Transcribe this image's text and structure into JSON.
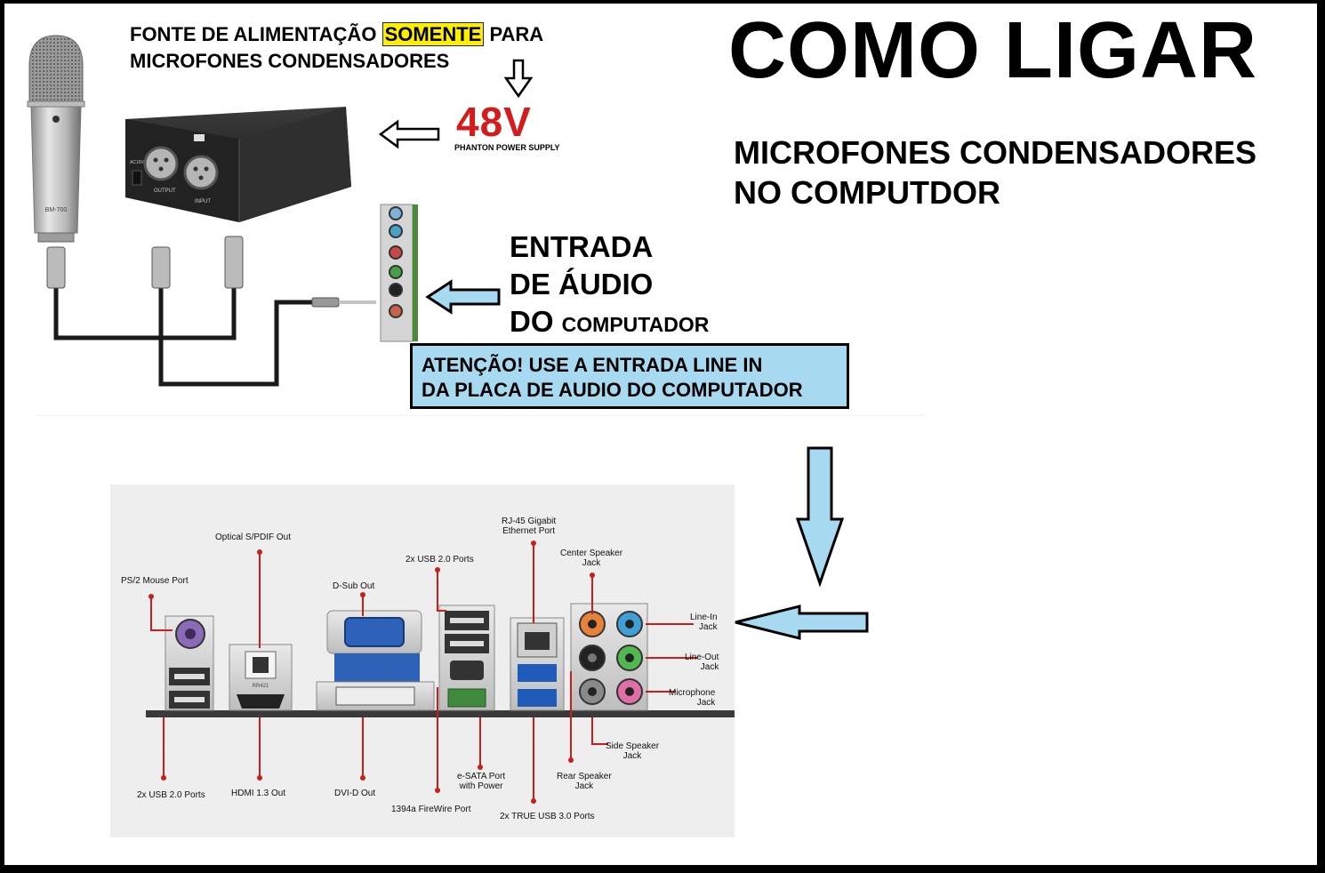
{
  "title": "COMO LIGAR",
  "subtitle": {
    "line1": "MICROFONES CONDENSADORES",
    "line2": "NO COMPUTDOR"
  },
  "psu_caption": {
    "part1": "FONTE DE ALIMENTAÇÃO",
    "highlight": "SOMENTE",
    "part2": "PARA",
    "line2": "MICROFONES CONDENSADORES"
  },
  "psu_badge": {
    "voltage": "48V",
    "caption": "PHANTON POWER SUPPLY"
  },
  "input_label": {
    "line1": "ENTRADA",
    "line2": "DE ÁUDIO",
    "line3_big": "DO",
    "line3_small": "COMPUTADOR"
  },
  "attention": {
    "line1": "ATENÇÃO!  USE A ENTRADA LINE IN",
    "line2": "DA PLACA DE AUDIO DO COMPUTADOR"
  },
  "device_labels": {
    "mic_model": "BM-700",
    "psu_output": "OUTPUT",
    "psu_input": "INPUT",
    "psu_power": "AC16V"
  },
  "panel": {
    "ps2": "PS/2 Mouse Port",
    "optical": "Optical S/PDIF Out",
    "dsub": "D-Sub Out",
    "usb2_top": "2x USB 2.0 Ports",
    "rj45_1": "RJ-45 Gigabit",
    "rj45_2": "Ethernet Port",
    "center_1": "Center Speaker",
    "center_2": "Jack",
    "linein_1": "Line-In",
    "linein_2": "Jack",
    "lineout_1": "Line-Out",
    "lineout_2": "Jack",
    "mic_1": "Microphone",
    "mic_2": "Jack",
    "side_1": "Side Speaker",
    "side_2": "Jack",
    "rear_1": "Rear Speaker",
    "rear_2": "Jack",
    "usb3": "2x TRUE USB 3.0 Ports",
    "esata_1": "e-SATA Port",
    "esata_2": "with Power",
    "firewire": "1394a FireWire Port",
    "dvid": "DVI-D Out",
    "hdmi": "HDMI 1.3 Out",
    "usb2_bottom": "2x USB 2.0 Ports",
    "optical_chip": "RR421"
  },
  "colors": {
    "highlight": "#ffee00",
    "voltage_red": "#d51c1c",
    "note_fill": "#a7daf0",
    "arrow_fill": "#a7daf0",
    "leader_red": "#c81e1e"
  }
}
